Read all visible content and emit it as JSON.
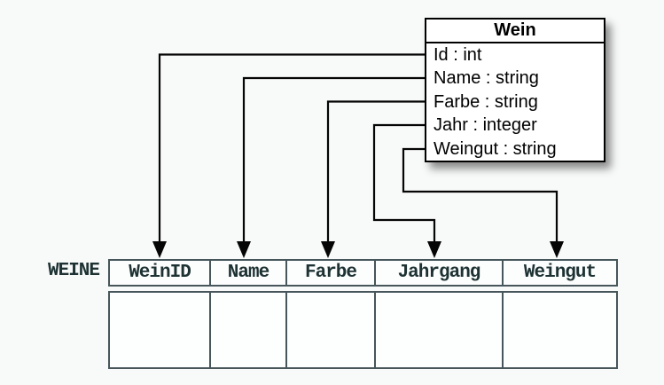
{
  "class_box": {
    "title": "Wein",
    "attributes": [
      "Id : int",
      "Name : string",
      "Farbe : string",
      "Jahr : integer",
      "Weingut : string"
    ]
  },
  "table": {
    "label": "WEINE",
    "columns": [
      "WeinID",
      "Name",
      "Farbe",
      "Jahrgang",
      "Weingut"
    ],
    "empty_body_rows": 1
  },
  "mappings": [
    {
      "from": "Id",
      "to": "WeinID"
    },
    {
      "from": "Name",
      "to": "Name"
    },
    {
      "from": "Farbe",
      "to": "Farbe"
    },
    {
      "from": "Jahr",
      "to": "Jahrgang"
    },
    {
      "from": "Weingut",
      "to": "Weingut"
    }
  ],
  "colors": {
    "background": "#f8f9f9",
    "connector": "#000000",
    "class_border": "#000000",
    "table_border": "#47565a",
    "table_text": "#1e3233"
  }
}
